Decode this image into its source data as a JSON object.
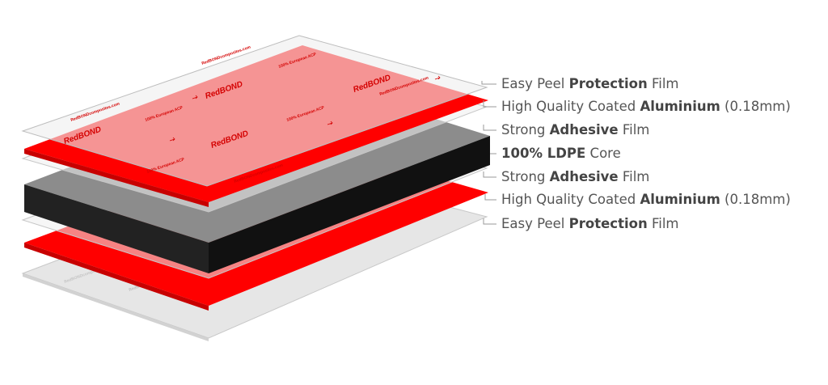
{
  "colors": {
    "red": "#ff0000",
    "core_dark": "#1d1d1d",
    "core_grey": "#8c8c8c",
    "film": "#eeeeee",
    "text": "#555555"
  },
  "print": {
    "brand": "RedBOND",
    "cert": "100% European ACP",
    "site": "RedBONDcomposites.com"
  },
  "layers": [
    {
      "pre": "Easy Peel ",
      "bold": "Protection",
      "post": " Film"
    },
    {
      "pre": "High Quality Coated ",
      "bold": "Aluminium",
      "post": " (0.18mm)"
    },
    {
      "pre": "Strong ",
      "bold": "Adhesive",
      "post": " Film"
    },
    {
      "pre": "",
      "bold": "100% LDPE",
      "post": " Core"
    },
    {
      "pre": "Strong ",
      "bold": "Adhesive",
      "post": " Film"
    },
    {
      "pre": "High Quality Coated ",
      "bold": "Aluminium",
      "post": " (0.18mm)"
    },
    {
      "pre": "Easy Peel ",
      "bold": "Protection",
      "post": " Film"
    }
  ]
}
